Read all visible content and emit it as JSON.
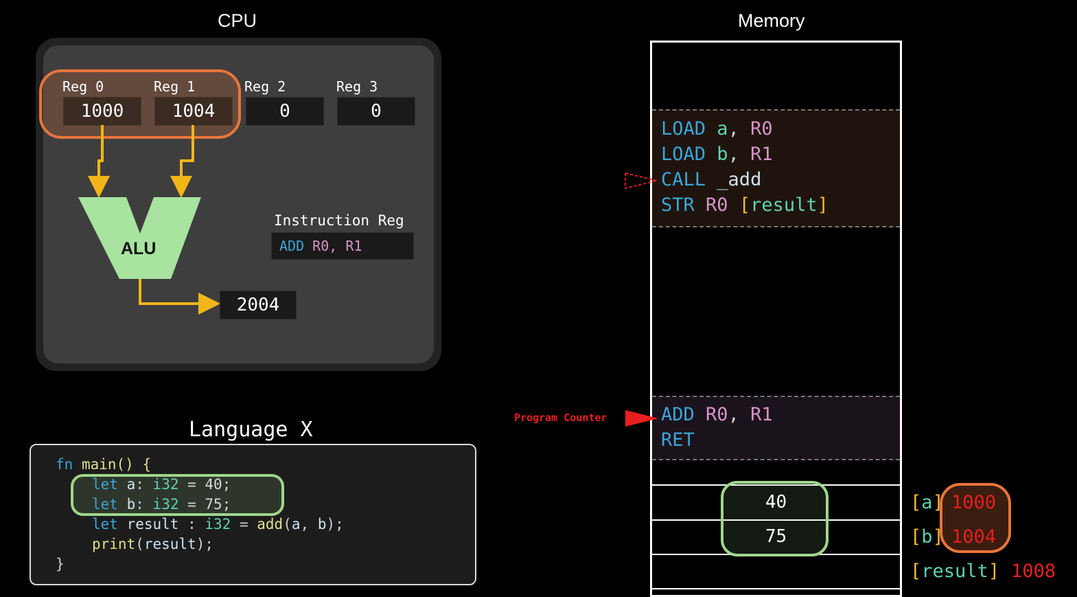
{
  "cpu": {
    "title": "CPU",
    "registers": [
      {
        "label": "Reg 0",
        "value": "1000"
      },
      {
        "label": "Reg 1",
        "value": "1004"
      },
      {
        "label": "Reg 2",
        "value": "0"
      },
      {
        "label": "Reg 3",
        "value": "0"
      }
    ],
    "alu_label": "ALU",
    "instruction_reg": {
      "label": "Instruction Reg",
      "op": "ADD",
      "args": "R0, R1"
    },
    "output_value": "2004"
  },
  "language": {
    "title": "Language X",
    "code": {
      "l1_kw": "fn",
      "l1_rest": " main() {",
      "l2_kw": "let",
      "l2_name": "a",
      "l2_colon": ": ",
      "l2_type": "i32",
      "l2_rest": " = 40;",
      "l3_kw": "let",
      "l3_name": "b",
      "l3_colon": ": ",
      "l3_type": "i32",
      "l3_rest": " = 75;",
      "l4_kw": "let",
      "l4_name": "result",
      "l4_colon": " : ",
      "l4_type": "i32",
      "l4_eq": " = ",
      "l4_fn": "add",
      "l4_paren": "(",
      "l4_a": "a",
      "l4_comma": ", ",
      "l4_b": "b",
      "l4_end": ");",
      "l5_fn": "print",
      "l5_paren": "(",
      "l5_arg": "result",
      "l5_end": ");",
      "l6": "}"
    }
  },
  "memory": {
    "title": "Memory",
    "block1": [
      {
        "op": "LOAD",
        "a": "a",
        "sep": ", ",
        "b": "R0"
      },
      {
        "op": "LOAD",
        "a": "b",
        "sep": ", ",
        "b": "R1"
      },
      {
        "op": "CALL",
        "a": "_add"
      },
      {
        "op": "STR",
        "a": "R0",
        "sep": " ",
        "b": "[result]"
      }
    ],
    "block2": [
      {
        "op": "ADD",
        "a": "R0",
        "sep": ", ",
        "b": "R1"
      },
      {
        "op": "RET"
      }
    ],
    "program_counter_label": "Program Counter",
    "cells": [
      {
        "value": "40",
        "name": "a",
        "address": "1000"
      },
      {
        "value": "75",
        "name": "b",
        "address": "1004"
      },
      {
        "value": "",
        "name": "result",
        "address": "1008"
      }
    ]
  },
  "colors": {
    "accent_orange": "#e8753b",
    "accent_green": "#9fd58a",
    "arrow_yellow": "#f2b61a",
    "alu_green": "#a8e3a0",
    "pc_red": "#e81f1f"
  }
}
